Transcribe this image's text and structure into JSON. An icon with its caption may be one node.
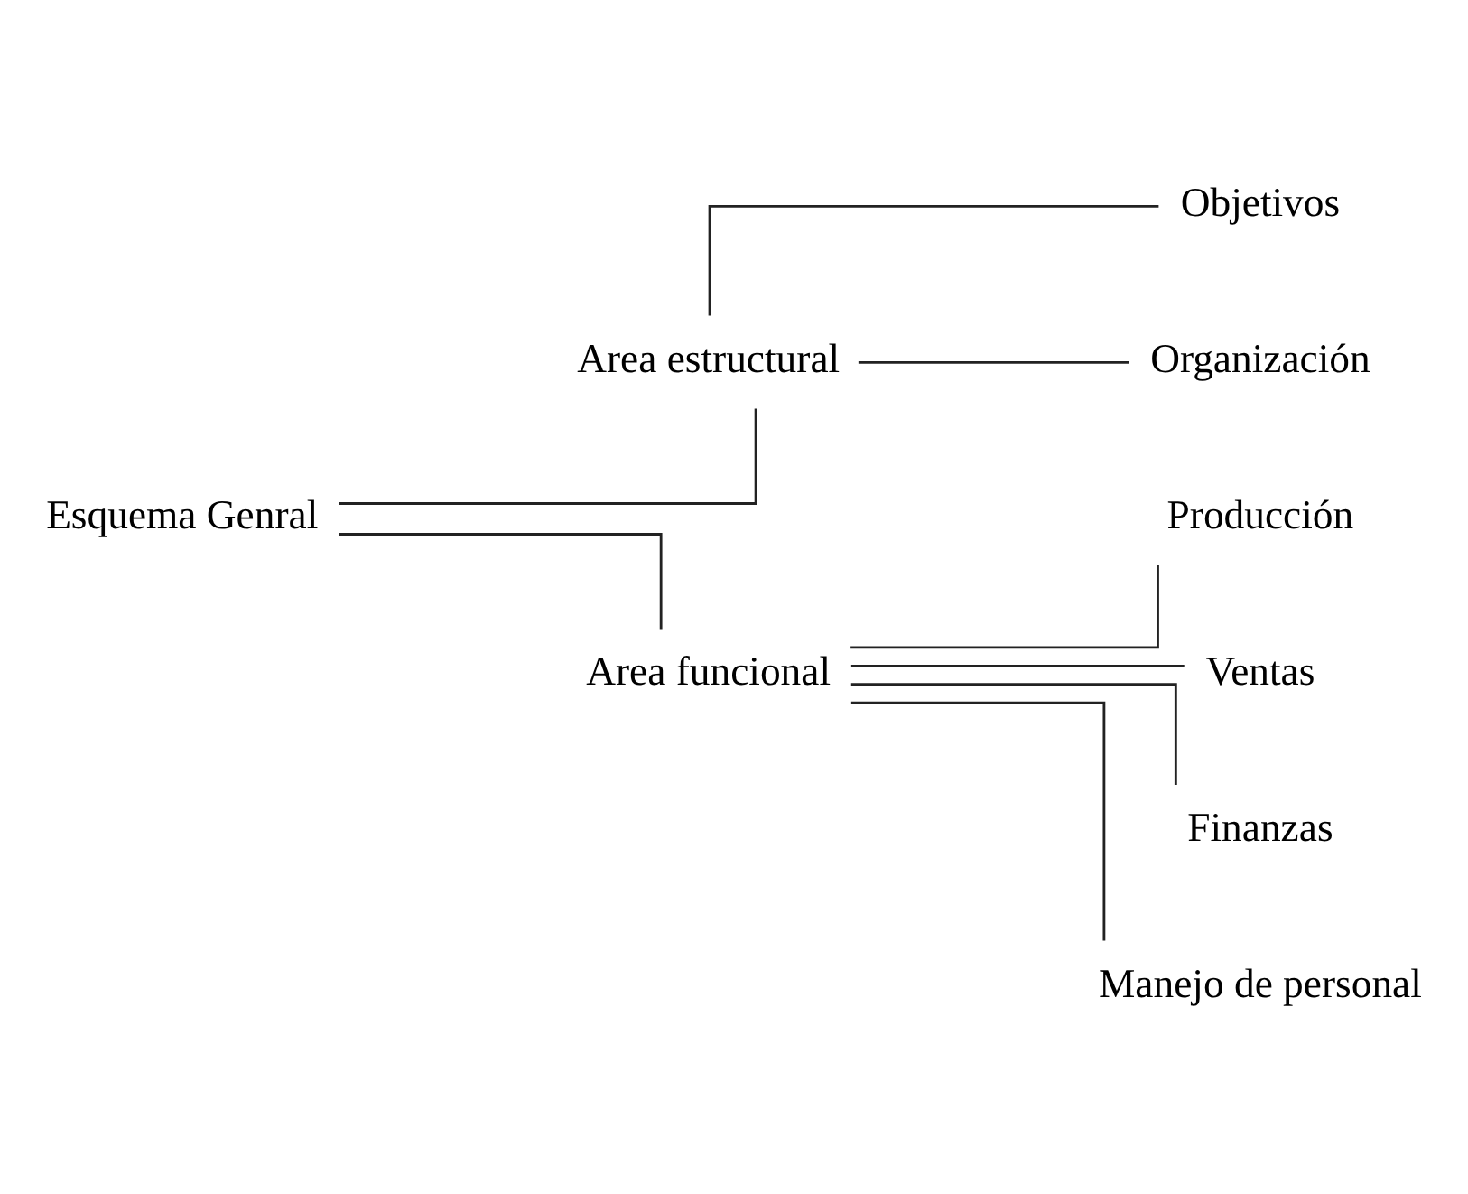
{
  "diagram": {
    "nodes": [
      {
        "text": [
          "Esquema Genral"
        ]
      },
      {
        "text": [
          "Area estructural"
        ]
      },
      {
        "text": [
          "Objetivos"
        ]
      },
      {
        "text": [
          "Organización"
        ]
      },
      {
        "text": [
          "Area funcional"
        ]
      },
      {
        "text": [
          "Producción"
        ]
      },
      {
        "text": [
          "Ventas"
        ]
      },
      {
        "text": [
          "Finanzas"
        ]
      },
      {
        "text": [
          "Manejo de personal"
        ]
      }
    ],
    "edges": [
      {
        "from": 0,
        "to": 1,
        "arrow": "none"
      },
      {
        "from": 0,
        "to": 4,
        "arrow": "none"
      },
      {
        "from": 1,
        "to": 2,
        "arrow": "none"
      },
      {
        "from": 1,
        "to": 3,
        "arrow": "none"
      },
      {
        "from": 4,
        "to": 5,
        "arrow": "none"
      },
      {
        "from": 4,
        "to": 6,
        "arrow": "none"
      },
      {
        "from": 4,
        "to": 7,
        "arrow": "none"
      },
      {
        "from": 4,
        "to": 8,
        "arrow": "none"
      }
    ]
  }
}
